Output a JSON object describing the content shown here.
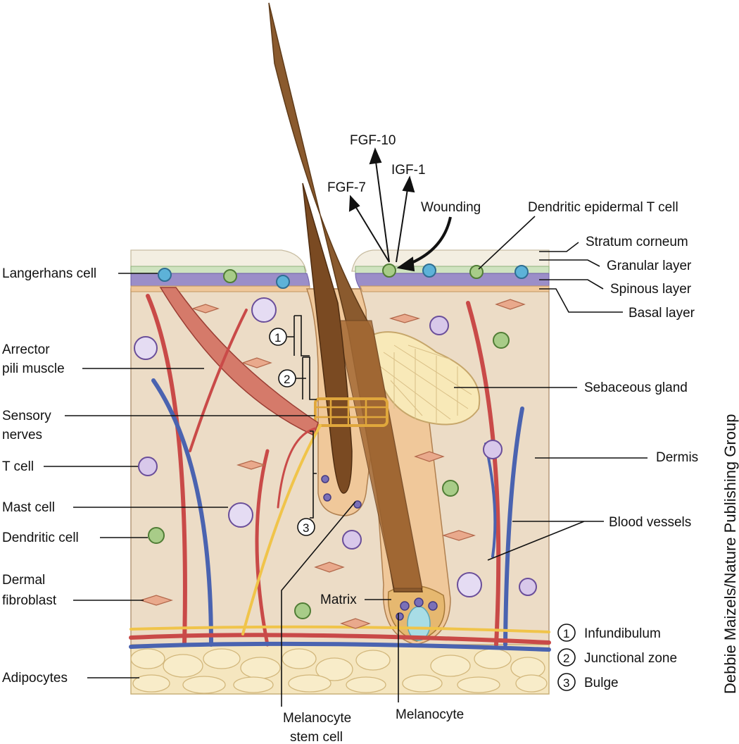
{
  "labels_left": {
    "langerhans": "Langerhans cell",
    "arrector_1": "Arrector",
    "arrector_2": "pili muscle",
    "sensory_1": "Sensory",
    "sensory_2": "nerves",
    "tcell": "T cell",
    "mast": "Mast cell",
    "dendritic": "Dendritic cell",
    "fibro_1": "Dermal",
    "fibro_2": "fibroblast",
    "adipocytes": "Adipocytes"
  },
  "labels_right": {
    "dendritic_t": "Dendritic epidermal T cell",
    "stratum": "Stratum corneum",
    "granular": "Granular layer",
    "spinous": "Spinous layer",
    "basal": "Basal layer",
    "sebaceous": "Sebaceous gland",
    "dermis": "Dermis",
    "blood": "Blood vessels"
  },
  "labels_top": {
    "fgf10": "FGF-10",
    "igf1": "IGF-1",
    "fgf7": "FGF-7",
    "wounding": "Wounding"
  },
  "labels_bottom": {
    "matrix": "Matrix",
    "melano_stem_1": "Melanocyte",
    "melano_stem_2": "stem cell",
    "melanocyte": "Melanocyte"
  },
  "zone_markers": [
    "1",
    "2",
    "3"
  ],
  "legend": [
    {
      "num": "1",
      "label": "Infundibulum"
    },
    {
      "num": "2",
      "label": "Junctional zone"
    },
    {
      "num": "3",
      "label": "Bulge"
    }
  ],
  "credit": "Debbie Maizels/Nature Publishing Group",
  "colors": {
    "dermis": "#ecdcc6",
    "stratum_corneum": "#f3eee1",
    "granular": "#cfe3c0",
    "spinous": "#9b8ec8",
    "hair": "#8a5a2e",
    "artery": "#c94a48",
    "vein": "#4a63b0",
    "nerve": "#f0c44a",
    "fat": "#f5e6bf"
  }
}
